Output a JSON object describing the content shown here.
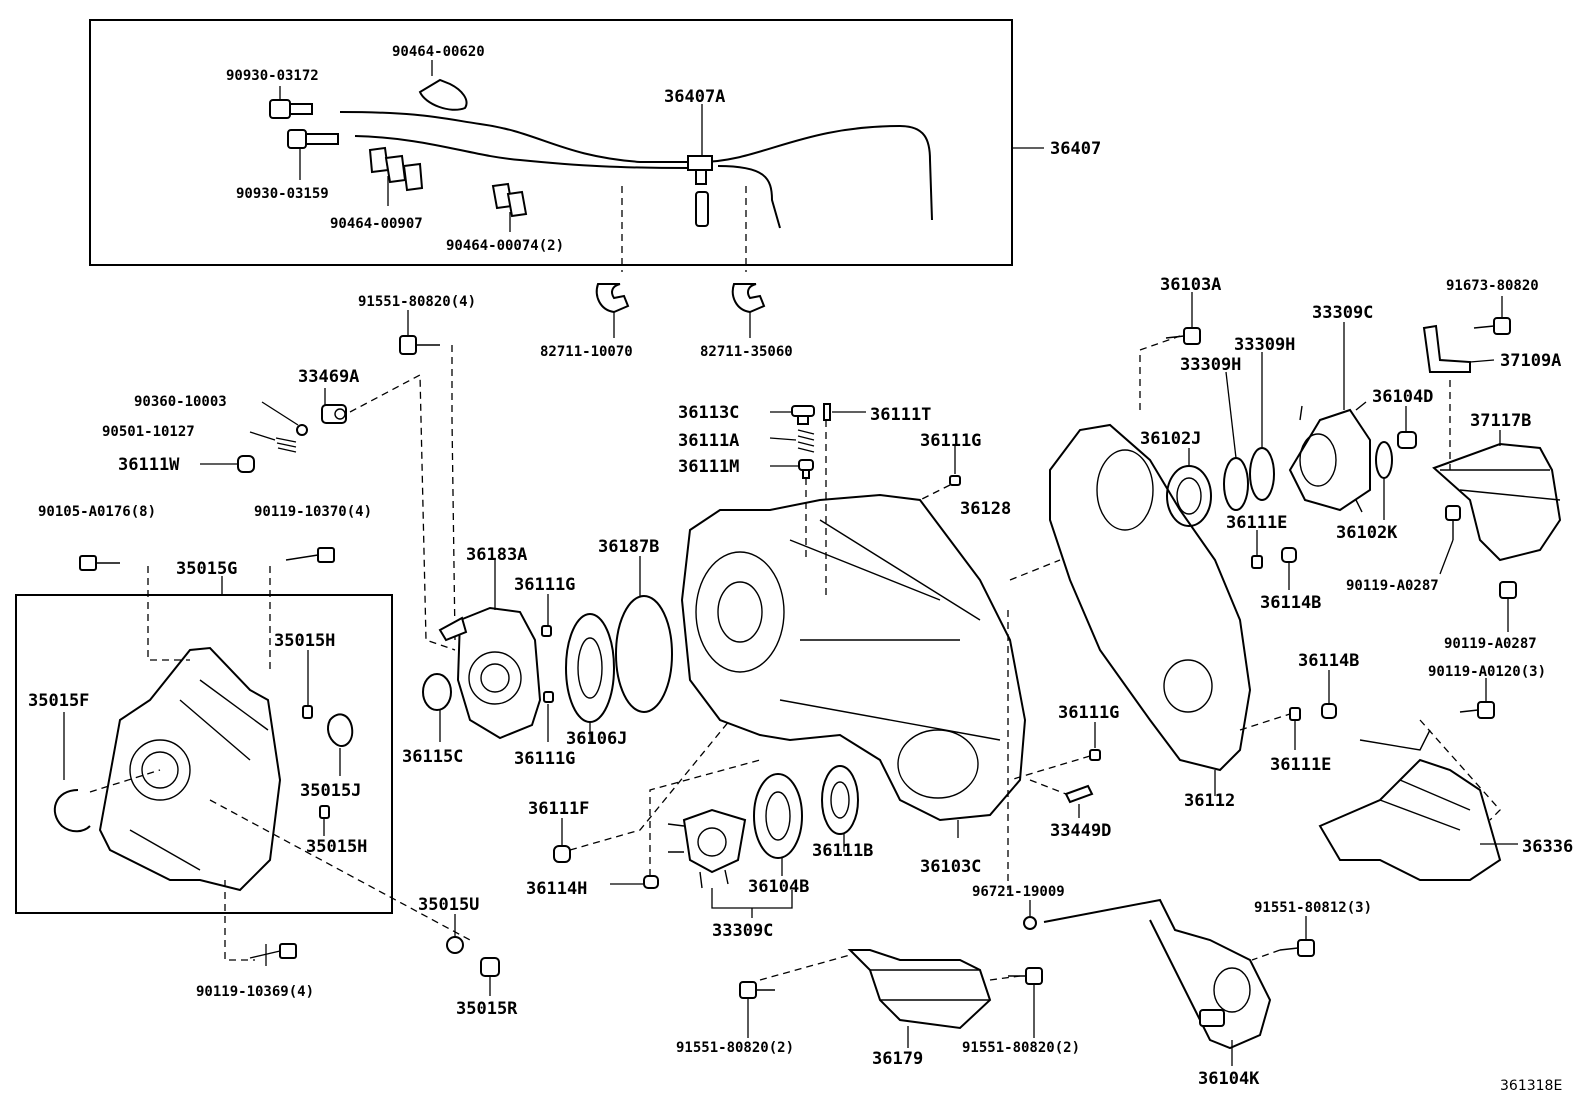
{
  "diagram_ref": "361318E",
  "labels": {
    "p90464_00620": "90464-00620",
    "p90930_03172": "90930-03172",
    "p36407A": "36407A",
    "p36407": "36407",
    "p90930_03159": "90930-03159",
    "p90464_00907": "90464-00907",
    "p90464_00074": "90464-00074(2)",
    "p82711_10070": "82711-10070",
    "p82711_35060": "82711-35060",
    "p91551_80820_4": "91551-80820(4)",
    "p33469A": "33469A",
    "p90360_10003": "90360-10003",
    "p90501_10127": "90501-10127",
    "p36111W": "36111W",
    "p90105_A0176": "90105-A0176(8)",
    "p90119_10370": "90119-10370(4)",
    "p35015G": "35015G",
    "p35015H_a": "35015H",
    "p35015F": "35015F",
    "p35015J": "35015J",
    "p35015H_b": "35015H",
    "p35015U": "35015U",
    "p35015R": "35015R",
    "p90119_10369": "90119-10369(4)",
    "p36183A": "36183A",
    "p36111G_a": "36111G",
    "p36187B": "36187B",
    "p36115C": "36115C",
    "p36111G_b": "36111G",
    "p36106J": "36106J",
    "p36113C": "36113C",
    "p36111T": "36111T",
    "p36111A": "36111A",
    "p36111M": "36111M",
    "p36111G_c": "36111G",
    "p36128": "36128",
    "p36111F": "36111F",
    "p36114H": "36114H",
    "p36104B": "36104B",
    "p33309C_a": "33309C",
    "p36111B": "36111B",
    "p36103C": "36103C",
    "p36111G_d": "36111G",
    "p33449D": "33449D",
    "p96721_19009": "96721-19009",
    "p36103A": "36103A",
    "p33309H_a": "33309H",
    "p33309H_b": "33309H",
    "p33309C_b": "33309C",
    "p36102J": "36102J",
    "p36104D": "36104D",
    "p36102K": "36102K",
    "p36111E_a": "36111E",
    "p36114B_a": "36114B",
    "p36114B_b": "36114B",
    "p36111E_b": "36111E",
    "p36112": "36112",
    "p91673_80820": "91673-80820",
    "p37109A": "37109A",
    "p37117B": "37117B",
    "p90119_A0287_a": "90119-A0287",
    "p90119_A0287_b": "90119-A0287",
    "p90119_A0120": "90119-A0120(3)",
    "p36336": "36336",
    "p91551_80812": "91551-80812(3)",
    "p36104K": "36104K",
    "p91551_80820_2a": "91551-80820(2)",
    "p36179": "36179",
    "p91551_80820_2b": "91551-80820(2)"
  }
}
